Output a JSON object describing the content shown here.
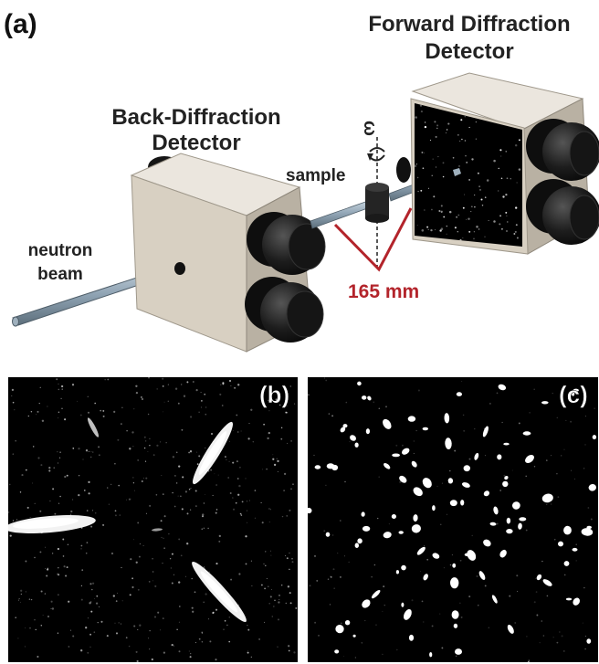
{
  "panels": {
    "a": {
      "label": "(a)"
    },
    "b": {
      "label": "(b)"
    },
    "c": {
      "label": "(c)"
    }
  },
  "labels": {
    "forward_line1": "Forward Diffraction",
    "forward_line2": "Detector",
    "back_line1": "Back-Diffraction",
    "back_line2": "Detector",
    "sample": "sample",
    "neutron_line1": "neutron",
    "neutron_line2": "beam",
    "omega": "ω",
    "distance": "165 mm"
  },
  "colors": {
    "detector_box": "#d8d0c2",
    "cylinder": "#1e1e1e",
    "beam": "#8fa3b3",
    "distance": "#b3242b",
    "screen": "#000000"
  }
}
